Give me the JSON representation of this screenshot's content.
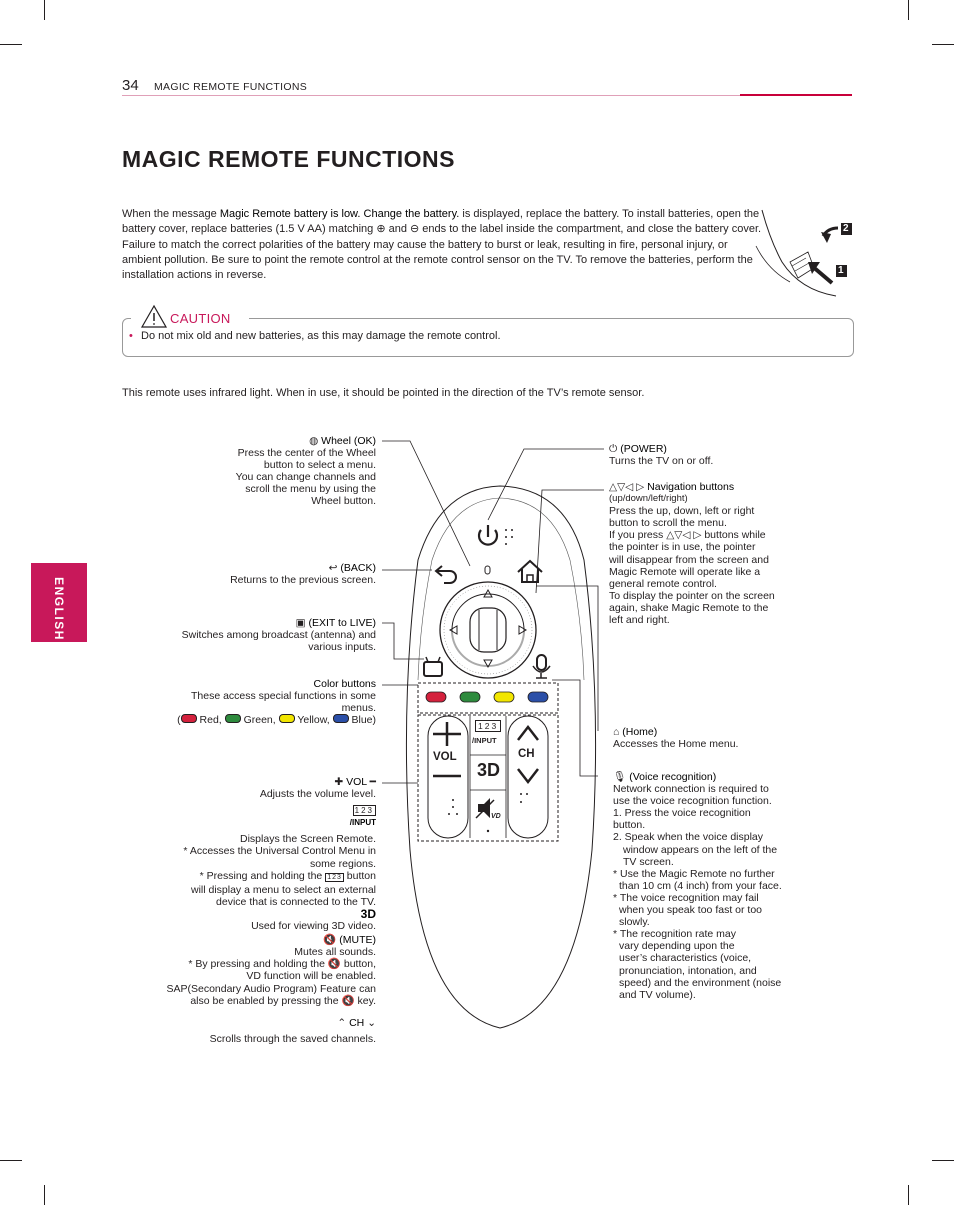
{
  "header": {
    "page_number": "34",
    "section": "MAGIC REMOTE FUNCTIONS"
  },
  "side_tab": {
    "label": "ENGLISH"
  },
  "title": "MAGIC REMOTE FUNCTIONS",
  "intro": {
    "before": "When the message ",
    "highlight": "Magic Remote battery is low. Change the battery.",
    "after": " is displayed, replace the battery. To install batteries, open the battery cover, replace batteries (1.5 V AA) matching ⊕ and ⊖ ends to the label inside the compartment, and close the battery cover. Failure to match the correct polarities of the battery may cause the battery to burst or leak, resulting in fire, personal injury, or ambient pollution. Be sure to point the remote control at the remote control sensor on the TV. To remove the batteries, perform the installation actions in reverse."
  },
  "battery_figure": {
    "step1": "1",
    "step2": "2"
  },
  "caution": {
    "label": "CAUTION",
    "items": [
      "Do not mix old and new batteries, as this may damage the remote control."
    ]
  },
  "ir_note": "This remote uses infrared light. When in use, it should be pointed in the direction of the TV’s remote sensor.",
  "labels": {
    "wheel": {
      "title": "Wheel (OK)",
      "lines": [
        "Press the center of the Wheel",
        "button to select a menu.",
        "You can change channels and",
        "scroll the menu by using the",
        "Wheel button."
      ]
    },
    "back": {
      "title": "(BACK)",
      "lines": [
        "Returns to the previous screen."
      ]
    },
    "exit": {
      "title": "(EXIT to LIVE)",
      "lines": [
        "Switches among broadcast (antenna) and",
        "various inputs."
      ]
    },
    "color": {
      "title": "Color buttons",
      "lines": [
        "These access special functions in some",
        "menus."
      ],
      "legend": [
        "Red,",
        "Green,",
        "Yellow,",
        "Blue)"
      ]
    },
    "vol": {
      "title": "VOL",
      "lines": [
        "Adjusts the volume level."
      ]
    },
    "input": {
      "title": "/INPUT",
      "icon_text": "123",
      "lines": [
        "Displays the Screen Remote.",
        "* Accesses the Universal Control Menu in",
        "some regions.",
        "* Pressing and holding the",
        "button",
        "will display a menu to select an external",
        "device that is connected to the TV."
      ]
    },
    "three_d": {
      "title": "3D",
      "lines": [
        "Used for viewing 3D video."
      ]
    },
    "mute": {
      "title": "(MUTE)",
      "lines": [
        "Mutes all sounds.",
        "* By pressing and holding the",
        "button,",
        "VD function will be enabled.",
        "SAP(Secondary Audio Program) Feature can",
        "also be enabled by pressing the",
        "key."
      ]
    },
    "ch": {
      "title": "CH",
      "lines": [
        "Scrolls through the saved channels."
      ]
    },
    "power": {
      "title": "(POWER)",
      "lines": [
        "Turns the TV on or off."
      ]
    },
    "nav": {
      "title": "Navigation buttons",
      "lines": [
        "(up/down/left/right)",
        "Press the up, down, left or right",
        "button to scroll the menu.",
        "If you press",
        "buttons while",
        "the pointer is in use, the pointer",
        "will disappear from the screen and",
        "Magic Remote will operate like a",
        "general remote control.",
        "To display the pointer on the screen",
        "again, shake Magic Remote to the",
        "left and right."
      ]
    },
    "home": {
      "title": "(Home)",
      "lines": [
        "Accesses the Home menu."
      ]
    },
    "voice": {
      "title": "(Voice recognition)",
      "lines": [
        "Network connection is required to",
        "use the voice recognition function.",
        "1. Press the voice recognition",
        "button.",
        "2. Speak when the voice display",
        "window appears on the left of the",
        "TV screen.",
        "* Use the Magic Remote no further",
        "than 10 cm (4 inch) from your face.",
        "* The voice recognition may fail",
        "when you speak too fast or too",
        "slowly.",
        "* The recognition rate may",
        "vary depending upon the",
        "user’s characteristics (voice,",
        "pronunciation, intonation, and",
        "speed) and the environment (noise",
        "and TV volume)."
      ]
    }
  },
  "remote": {
    "vol": "VOL",
    "ch": "CH",
    "input_icon": "123",
    "input": "/INPUT",
    "three_d": "3D",
    "vd": "VD"
  },
  "colors": {
    "red": "#d4213d",
    "green": "#2e8b3e",
    "yellow": "#f2e600",
    "blue": "#2b4fa8",
    "accent": "#c8185a"
  }
}
